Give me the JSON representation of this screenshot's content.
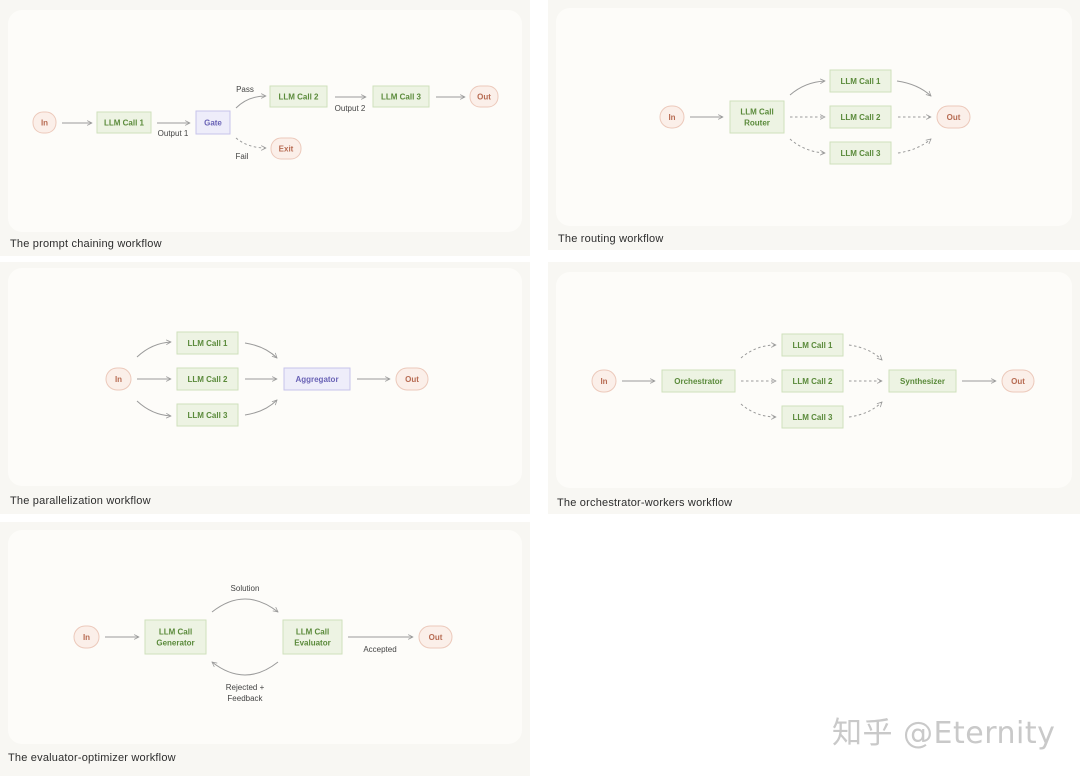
{
  "captions": {
    "chaining": "The prompt chaining workflow",
    "routing": "The routing workflow",
    "parallel": "The parallelization workflow",
    "orchestrator": "The orchestrator-workers workflow",
    "evaluator": "The evaluator-optimizer workflow"
  },
  "watermark": "知乎 @Eternity",
  "chaining": {
    "in": "In",
    "call1": "LLM Call 1",
    "gate": "Gate",
    "call2": "LLM Call 2",
    "call3": "LLM Call 3",
    "out": "Out",
    "exit": "Exit",
    "output1": "Output 1",
    "output2": "Output 2",
    "pass": "Pass",
    "fail": "Fail"
  },
  "routing": {
    "in": "In",
    "router_l1": "LLM Call",
    "router_l2": "Router",
    "call1": "LLM Call 1",
    "call2": "LLM Call 2",
    "call3": "LLM Call 3",
    "out": "Out"
  },
  "parallel": {
    "in": "In",
    "call1": "LLM Call 1",
    "call2": "LLM Call 2",
    "call3": "LLM Call 3",
    "aggregator": "Aggregator",
    "out": "Out"
  },
  "orchestrator": {
    "in": "In",
    "orchestrator": "Orchestrator",
    "call1": "LLM Call 1",
    "call2": "LLM Call 2",
    "call3": "LLM Call 3",
    "synthesizer": "Synthesizer",
    "out": "Out"
  },
  "evaluator": {
    "in": "In",
    "gen_l1": "LLM Call",
    "gen_l2": "Generator",
    "eval_l1": "LLM Call",
    "eval_l2": "Evaluator",
    "out": "Out",
    "solution": "Solution",
    "accepted": "Accepted",
    "rejected_l1": "Rejected +",
    "rejected_l2": "Feedback"
  }
}
